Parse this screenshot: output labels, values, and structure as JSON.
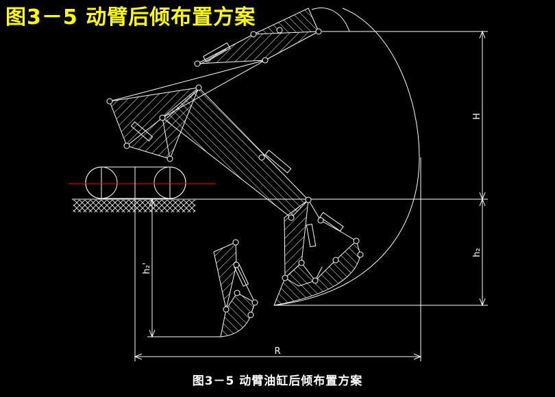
{
  "heading": "图3－5 动臂后倾布置方案",
  "caption": "图3－5   动臂油缸后倾布置方案",
  "dimensions": {
    "H": "H",
    "h2": "h₂",
    "h2_prime": "h₂'",
    "R": "R"
  },
  "colors": {
    "background": "#000000",
    "linework": "#ffffff",
    "heading": "#ffff00",
    "ground_line": "#ff0000"
  }
}
